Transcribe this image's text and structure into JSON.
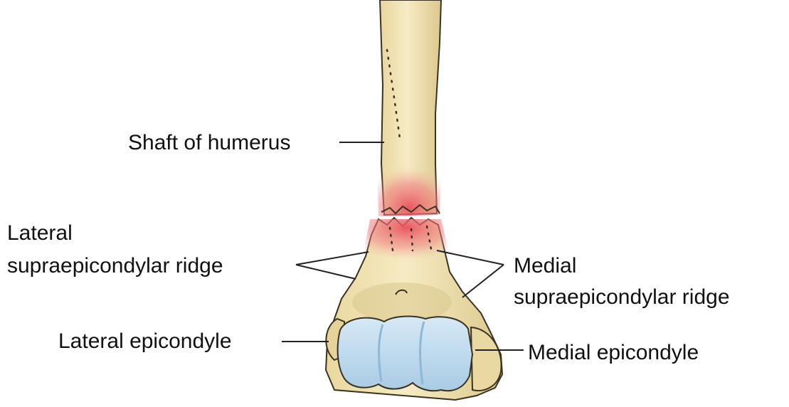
{
  "labels": {
    "shaft": "Shaft of humerus",
    "lateral_ridge_line1": "Lateral",
    "lateral_ridge_line2": "supraepicondylar ridge",
    "medial_ridge_line1": "Medial",
    "medial_ridge_line2": "supraepicondylar ridge",
    "lateral_epicondyle": "Lateral epicondyle",
    "medial_epicondyle": "Medial epicondyle"
  },
  "colors": {
    "bone": "#f3e6b5",
    "bone_shadow": "#d9c68c",
    "outline": "#3a3322",
    "fracture_red": "#e8505b",
    "cartilage": "#bfdcef",
    "cartilage_shadow": "#8fb8d6",
    "leader_line": "#222222"
  }
}
